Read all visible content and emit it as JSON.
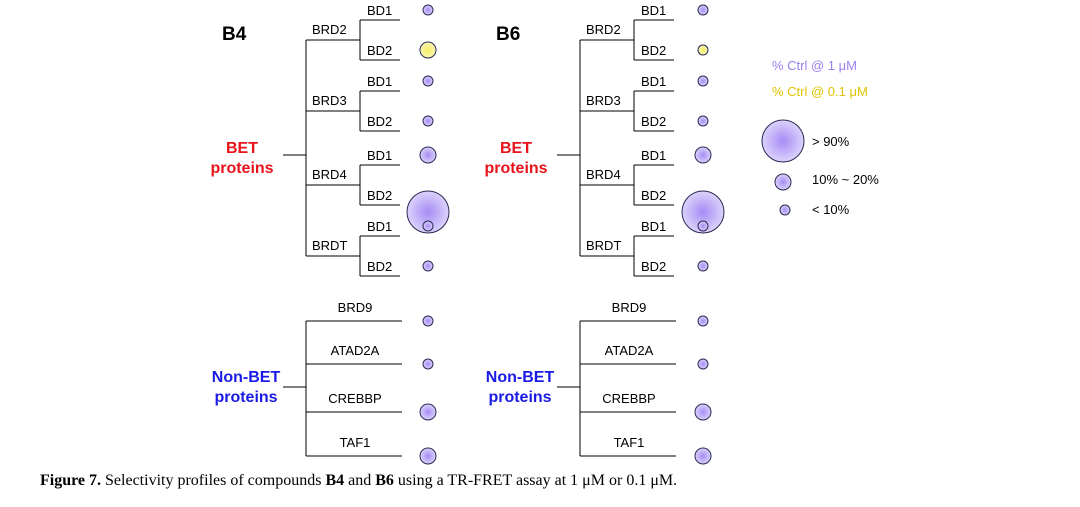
{
  "legend": {
    "series": [
      {
        "label": "% Ctrl @ 1 μM",
        "color": "#9b7ff0"
      },
      {
        "label": "% Ctrl @ 0.1 μM",
        "color": "#f5ef7a"
      }
    ],
    "sizes": [
      {
        "label": "> 90%",
        "size": "large"
      },
      {
        "label": "10% ~ 20%",
        "size": "medium"
      },
      {
        "label": "< 10%",
        "size": "small"
      }
    ]
  },
  "group_labels": {
    "bet_line1": "BET",
    "bet_line2": "proteins",
    "nonbet_line1": "Non-BET",
    "nonbet_line2": "proteins"
  },
  "panels": [
    {
      "title": "B4",
      "bet_families": [
        {
          "name": "BRD2",
          "domains": [
            {
              "name": "BD1",
              "result": "small-purple"
            },
            {
              "name": "BD2",
              "result": "medium-yellow"
            }
          ]
        },
        {
          "name": "BRD3",
          "domains": [
            {
              "name": "BD1",
              "result": "small-purple"
            },
            {
              "name": "BD2",
              "result": "small-purple"
            }
          ]
        },
        {
          "name": "BRD4",
          "domains": [
            {
              "name": "BD1",
              "result": "medium-purple"
            },
            {
              "name": "BD2",
              "result": "large-purple"
            }
          ]
        },
        {
          "name": "BRDT",
          "domains": [
            {
              "name": "BD1",
              "result": "small-purple"
            },
            {
              "name": "BD2",
              "result": "small-purple"
            }
          ]
        }
      ],
      "non_bet": [
        {
          "name": "BRD9",
          "result": "small-purple"
        },
        {
          "name": "ATAD2A",
          "result": "small-purple"
        },
        {
          "name": "CREBBP",
          "result": "medium-purple"
        },
        {
          "name": "TAF1",
          "result": "medium-purple"
        }
      ]
    },
    {
      "title": "B6",
      "bet_families": [
        {
          "name": "BRD2",
          "domains": [
            {
              "name": "BD1",
              "result": "small-purple"
            },
            {
              "name": "BD2",
              "result": "small-yellow"
            }
          ]
        },
        {
          "name": "BRD3",
          "domains": [
            {
              "name": "BD1",
              "result": "small-purple"
            },
            {
              "name": "BD2",
              "result": "small-purple"
            }
          ]
        },
        {
          "name": "BRD4",
          "domains": [
            {
              "name": "BD1",
              "result": "medium-purple"
            },
            {
              "name": "BD2",
              "result": "large-purple"
            }
          ]
        },
        {
          "name": "BRDT",
          "domains": [
            {
              "name": "BD1",
              "result": "small-purple"
            },
            {
              "name": "BD2",
              "result": "small-purple"
            }
          ]
        }
      ],
      "non_bet": [
        {
          "name": "BRD9",
          "result": "small-purple"
        },
        {
          "name": "ATAD2A",
          "result": "small-purple"
        },
        {
          "name": "CREBBP",
          "result": "medium-purple"
        },
        {
          "name": "TAF1",
          "result": "medium-purple"
        }
      ]
    }
  ],
  "caption": {
    "figure_label": "Figure 7.",
    "t1": " Selectivity profiles of compounds ",
    "c1": "B4",
    "t2": " and ",
    "c2": "B6",
    "t3": " using a TR-FRET assay at 1 μM or 0.1 μM."
  }
}
